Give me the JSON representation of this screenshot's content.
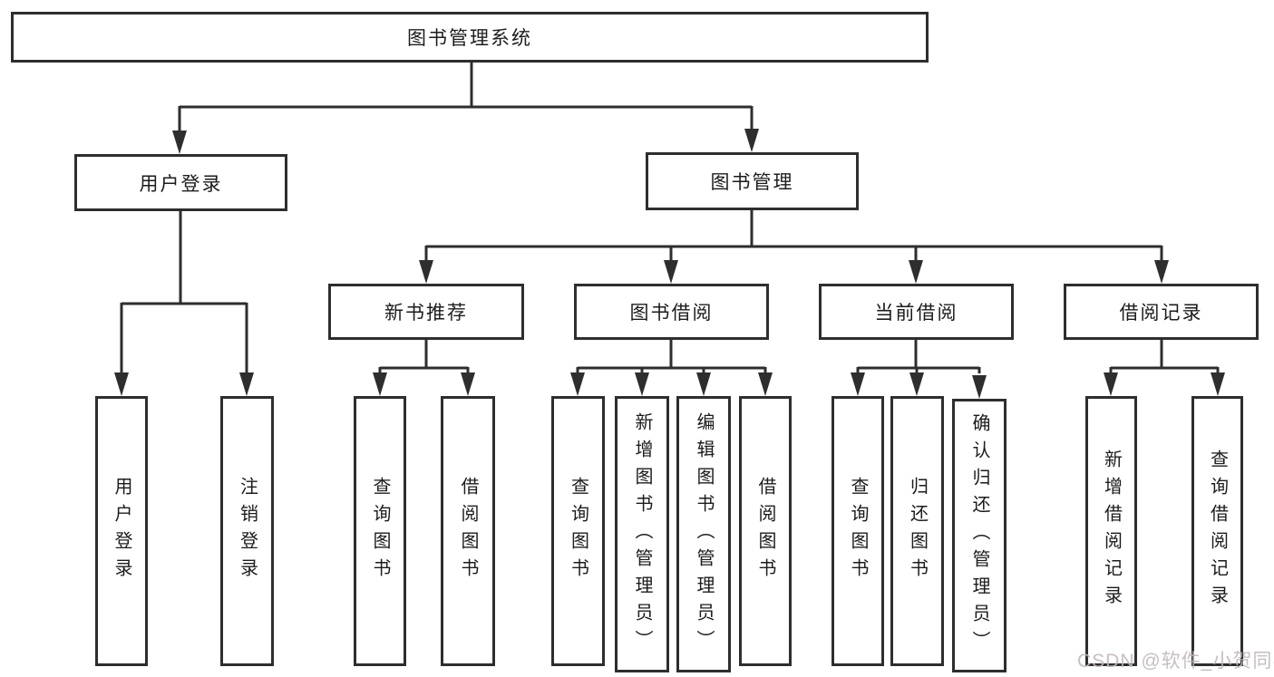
{
  "diagram": {
    "root": {
      "label": "图书管理系统"
    },
    "branches": [
      {
        "label": "用户登录",
        "children": [
          {
            "label": "用户登录"
          },
          {
            "label": "注销登录"
          }
        ]
      },
      {
        "label": "图书管理",
        "children": [
          {
            "label": "新书推荐",
            "children": [
              {
                "label": "查询图书"
              },
              {
                "label": "借阅图书"
              }
            ]
          },
          {
            "label": "图书借阅",
            "children": [
              {
                "label": "查询图书"
              },
              {
                "label": "新增图书（管理员）"
              },
              {
                "label": "编辑图书（管理员）"
              },
              {
                "label": "借阅图书"
              }
            ]
          },
          {
            "label": "当前借阅",
            "children": [
              {
                "label": "查询图书"
              },
              {
                "label": "归还图书"
              },
              {
                "label": "确认归还（管理员）"
              }
            ]
          },
          {
            "label": "借阅记录",
            "children": [
              {
                "label": "新增借阅记录"
              },
              {
                "label": "查询借阅记录"
              }
            ]
          }
        ]
      }
    ]
  },
  "watermark": {
    "text": "CSDN @软件_小贺同学"
  },
  "colors": {
    "line": "#2e2e2e",
    "box_border": "#2e2e2e",
    "box_bg": "#ffffff",
    "text": "#1c1c1c",
    "watermark": "#c2b8b8"
  }
}
